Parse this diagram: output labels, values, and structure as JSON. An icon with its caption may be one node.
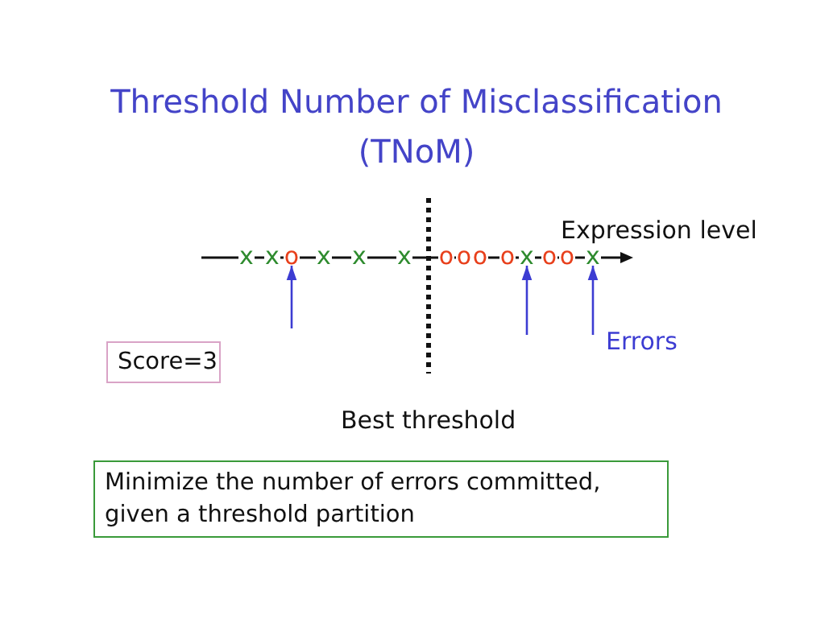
{
  "diagram": {
    "title": "Threshold Number of Misclassification (TNoM)",
    "nodes": [
      {
        "text": [
          "x"
        ]
      },
      {
        "text": [
          "x"
        ]
      },
      {
        "text": [
          "o"
        ]
      },
      {
        "text": [
          "x"
        ]
      },
      {
        "text": [
          "x"
        ]
      },
      {
        "text": [
          "x"
        ]
      },
      {
        "text": [
          "o"
        ]
      },
      {
        "text": [
          "o"
        ]
      },
      {
        "text": [
          "o"
        ]
      },
      {
        "text": [
          "o"
        ]
      },
      {
        "text": [
          "x"
        ]
      },
      {
        "text": [
          "o"
        ]
      },
      {
        "text": [
          "o"
        ]
      },
      {
        "text": [
          "x"
        ]
      },
      {
        "text": [
          "Score=3"
        ]
      },
      {
        "text": [
          "Minimize the number of errors committed, given a threshold partition"
        ]
      }
    ],
    "edges": [
      {
        "from": null,
        "to": 2,
        "arrow": "to"
      },
      {
        "from": null,
        "to": 10,
        "arrow": "to"
      },
      {
        "from": null,
        "to": 13,
        "arrow": "to"
      }
    ],
    "labels": [
      "Expression level",
      "Errors",
      "Best threshold"
    ]
  }
}
